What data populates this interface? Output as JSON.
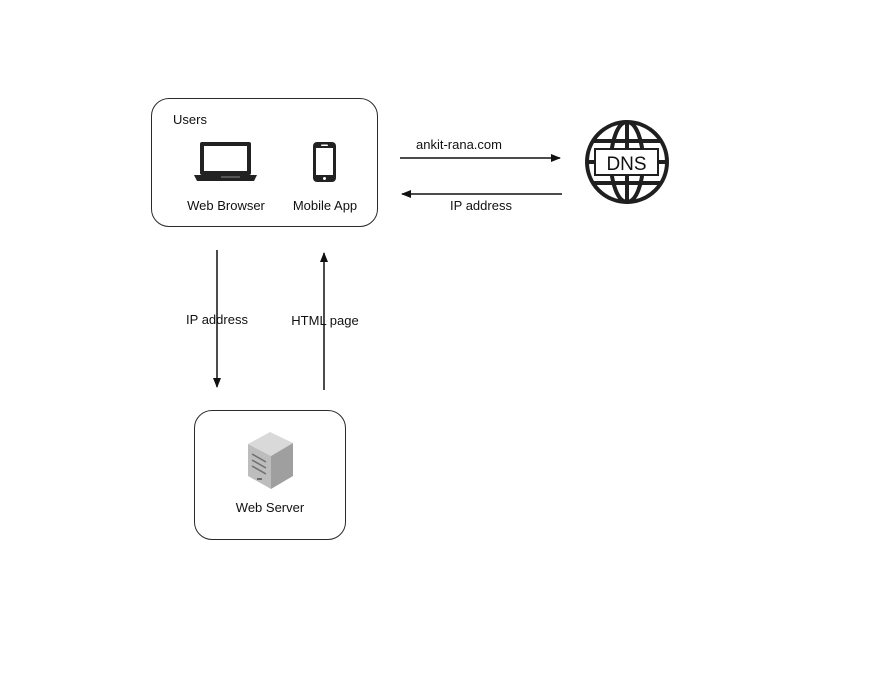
{
  "users_group": {
    "title": "Users",
    "web_browser": "Web Browser",
    "mobile_app": "Mobile App"
  },
  "dns": {
    "label": "DNS"
  },
  "web_server": {
    "label": "Web Server"
  },
  "arrows": {
    "domain_request": "ankit-rana.com",
    "dns_response": "IP address",
    "server_request": "IP address",
    "server_response": "HTML page"
  }
}
